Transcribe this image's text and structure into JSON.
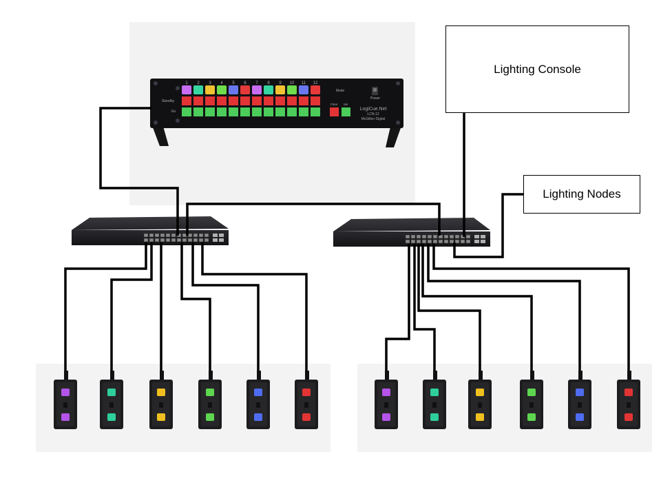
{
  "boxes": {
    "console": "Lighting Console",
    "nodes": "Lighting Nodes"
  },
  "device": {
    "brand": "LogiCue.Net",
    "model": "LCN-12",
    "maker": "McGillen Digital",
    "power_label": "Power",
    "mode_label": "Mode",
    "row_labels": [
      "Standby",
      "Go"
    ],
    "mode_buttons": [
      "Clear",
      "Sel"
    ],
    "channel_numbers": [
      "1",
      "2",
      "3",
      "4",
      "5",
      "6",
      "7",
      "8",
      "9",
      "10",
      "11",
      "12"
    ],
    "channel_colors": [
      "#c86cf0",
      "#37d6a0",
      "#f2c232",
      "#6fdc4c",
      "#6a78f0",
      "#e63a3a",
      "#c86cf0",
      "#37d6a0",
      "#f2c232",
      "#6fdc4c",
      "#6a78f0",
      "#e63a3a"
    ]
  },
  "cue_stations": {
    "left": [
      "#b454e8",
      "#2ecf9a",
      "#f0c020",
      "#5ed650",
      "#4f6cf0",
      "#e23434"
    ],
    "right": [
      "#b454e8",
      "#2ecf9a",
      "#f0c020",
      "#5ed650",
      "#4f6cf0",
      "#e23434"
    ]
  },
  "colors": {
    "wire": "#000000",
    "switch_body": "#1f1f22",
    "red_button": "#e23434",
    "green_button": "#4ccc5a"
  }
}
